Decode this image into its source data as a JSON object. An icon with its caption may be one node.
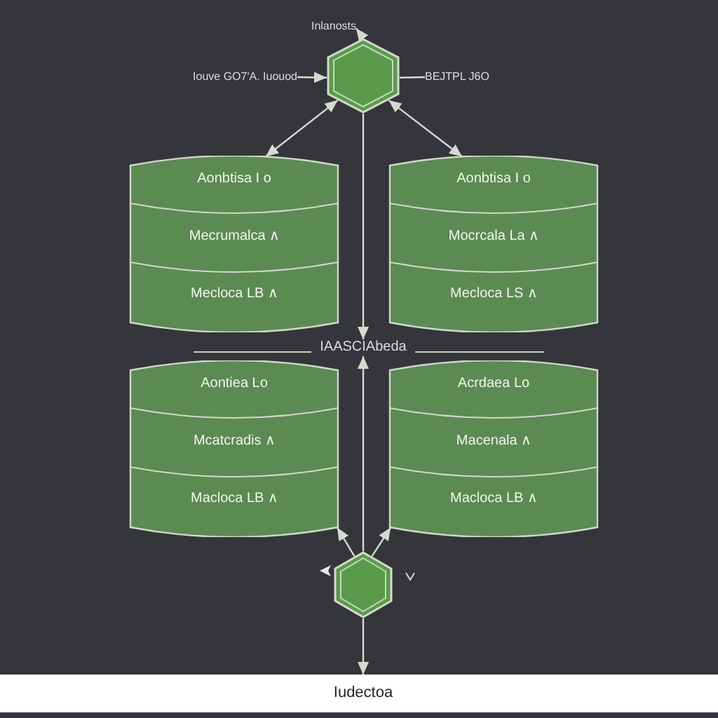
{
  "diagram": {
    "nodes": [
      {
        "text": [
          "Inlanosts"
        ]
      },
      {
        "text": [],
        "shape": "hexagon"
      },
      {
        "text": [
          "Iouve GO7'A. Iuouod"
        ]
      },
      {
        "text": [
          "BEJTPL J6O"
        ]
      },
      {
        "text": [
          "Aonbtisa I o",
          "Mecrumalca ∧",
          "Mecloca LB ∧"
        ]
      },
      {
        "text": [
          "Aonbtisa I o",
          "Mocrcala La ∧",
          "Mecloca LS ∧"
        ]
      },
      {
        "text": [
          "IAASCIAbeda"
        ]
      },
      {
        "text": [
          "Aontiea Lo",
          "Mcatcradis ∧",
          "Macloca LB ∧"
        ]
      },
      {
        "text": [
          "Acrdaea Lo",
          "Macenala ∧",
          "Macloca LB ∧"
        ]
      },
      {
        "text": [],
        "shape": "hexagon"
      },
      {
        "text": [
          "Iudectoa"
        ]
      }
    ],
    "edges": [
      {
        "from": 2,
        "to": 1,
        "arrow": "to"
      },
      {
        "from": 1,
        "to": 3,
        "arrow": "none"
      },
      {
        "from": 1,
        "to": 4,
        "arrow": "both"
      },
      {
        "from": 1,
        "to": 5,
        "arrow": "both"
      },
      {
        "from": 1,
        "to": 6,
        "arrow": "to"
      },
      {
        "from": 9,
        "to": 6,
        "arrow": "to"
      },
      {
        "from": 9,
        "to": 7,
        "arrow": "to"
      },
      {
        "from": 9,
        "to": 8,
        "arrow": "to"
      },
      {
        "from": 9,
        "to": 10,
        "arrow": "to"
      },
      {
        "from": 1,
        "to": 0,
        "arrow": "to"
      }
    ]
  }
}
